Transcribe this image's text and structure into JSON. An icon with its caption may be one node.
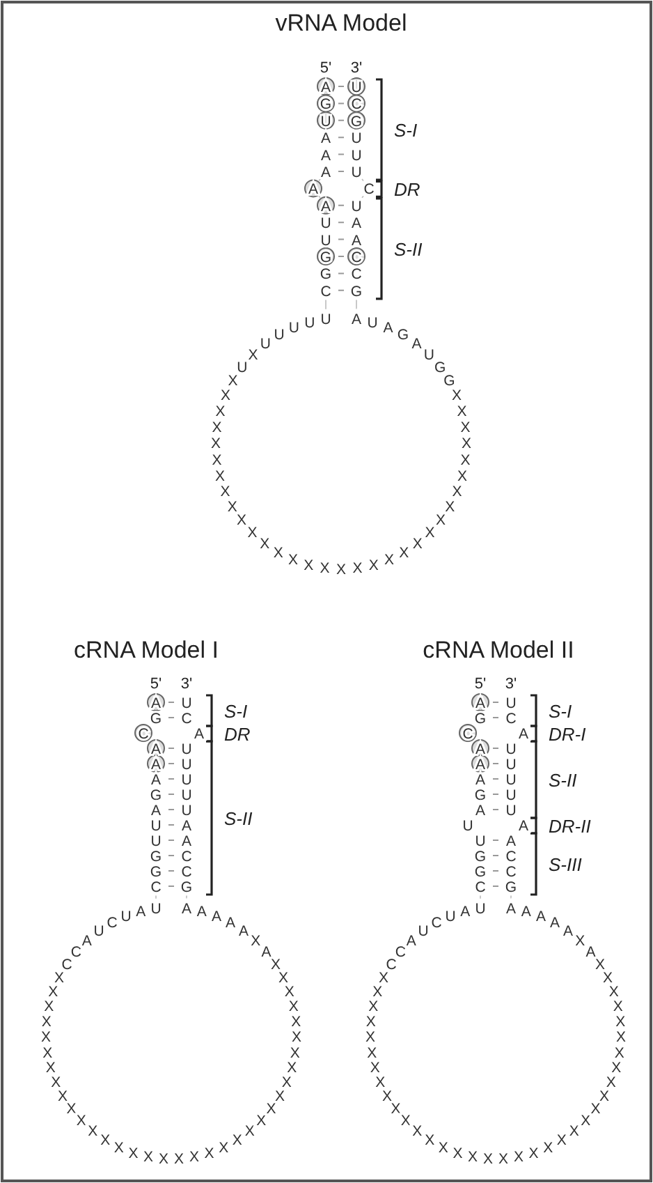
{
  "diagram": {
    "labels": [
      "vRNA Model",
      "5'",
      "3'",
      "AGUAAAAAUUGGC",
      "UCGUUUCUAACCG",
      "X",
      "X",
      "X",
      "X",
      "X",
      "U",
      "X",
      "U",
      "U",
      "U",
      "U",
      "U",
      "A",
      "U",
      "A",
      "G",
      "A",
      "U",
      "G",
      "G",
      "X",
      "X",
      "X",
      "X",
      "X",
      "X",
      "X",
      "X",
      "X",
      "X",
      "X",
      "X",
      "X",
      "X",
      "X",
      "X",
      "X",
      "X",
      "X",
      "X",
      "X",
      "X",
      "X",
      "X",
      "X",
      "X",
      "X",
      "S-I",
      "DR",
      "S-II",
      "cRNA Model I",
      "5'",
      "3'",
      "AGCAAAGAUUGGC",
      "UCAUUUUUAACCG",
      "X",
      "X",
      "X",
      "X",
      "C",
      "C",
      "A",
      "U",
      "C",
      "U",
      "A",
      "U",
      "A",
      "A",
      "A",
      "A",
      "A",
      "X",
      "A",
      "X",
      "X",
      "X",
      "X",
      "X",
      "X",
      "X",
      "X",
      "X",
      "X",
      "X",
      "X",
      "X",
      "X",
      "X",
      "X",
      "X",
      "X",
      "X",
      "X",
      "X",
      "X",
      "X",
      "X",
      "X",
      "X",
      "X",
      "X",
      "X",
      "X",
      "X",
      "S-I",
      "DR",
      "S-II",
      "cRNA Model II",
      "5'",
      "3'",
      "AGCAAAGAUUGGC",
      "UCAUUUUUAACCG",
      "X",
      "X",
      "X",
      "X",
      "C",
      "C",
      "A",
      "U",
      "C",
      "U",
      "A",
      "U",
      "A",
      "A",
      "A",
      "A",
      "A",
      "X",
      "A",
      "X",
      "X",
      "X",
      "X",
      "X",
      "X",
      "X",
      "X",
      "X",
      "X",
      "X",
      "X",
      "X",
      "X",
      "X",
      "X",
      "X",
      "X",
      "X",
      "X",
      "X",
      "X",
      "X",
      "X",
      "X",
      "X",
      "X",
      "X",
      "X",
      "X",
      "X",
      "S-I",
      "DR-I",
      "S-II",
      "DR-II",
      "S-III"
    ]
  }
}
